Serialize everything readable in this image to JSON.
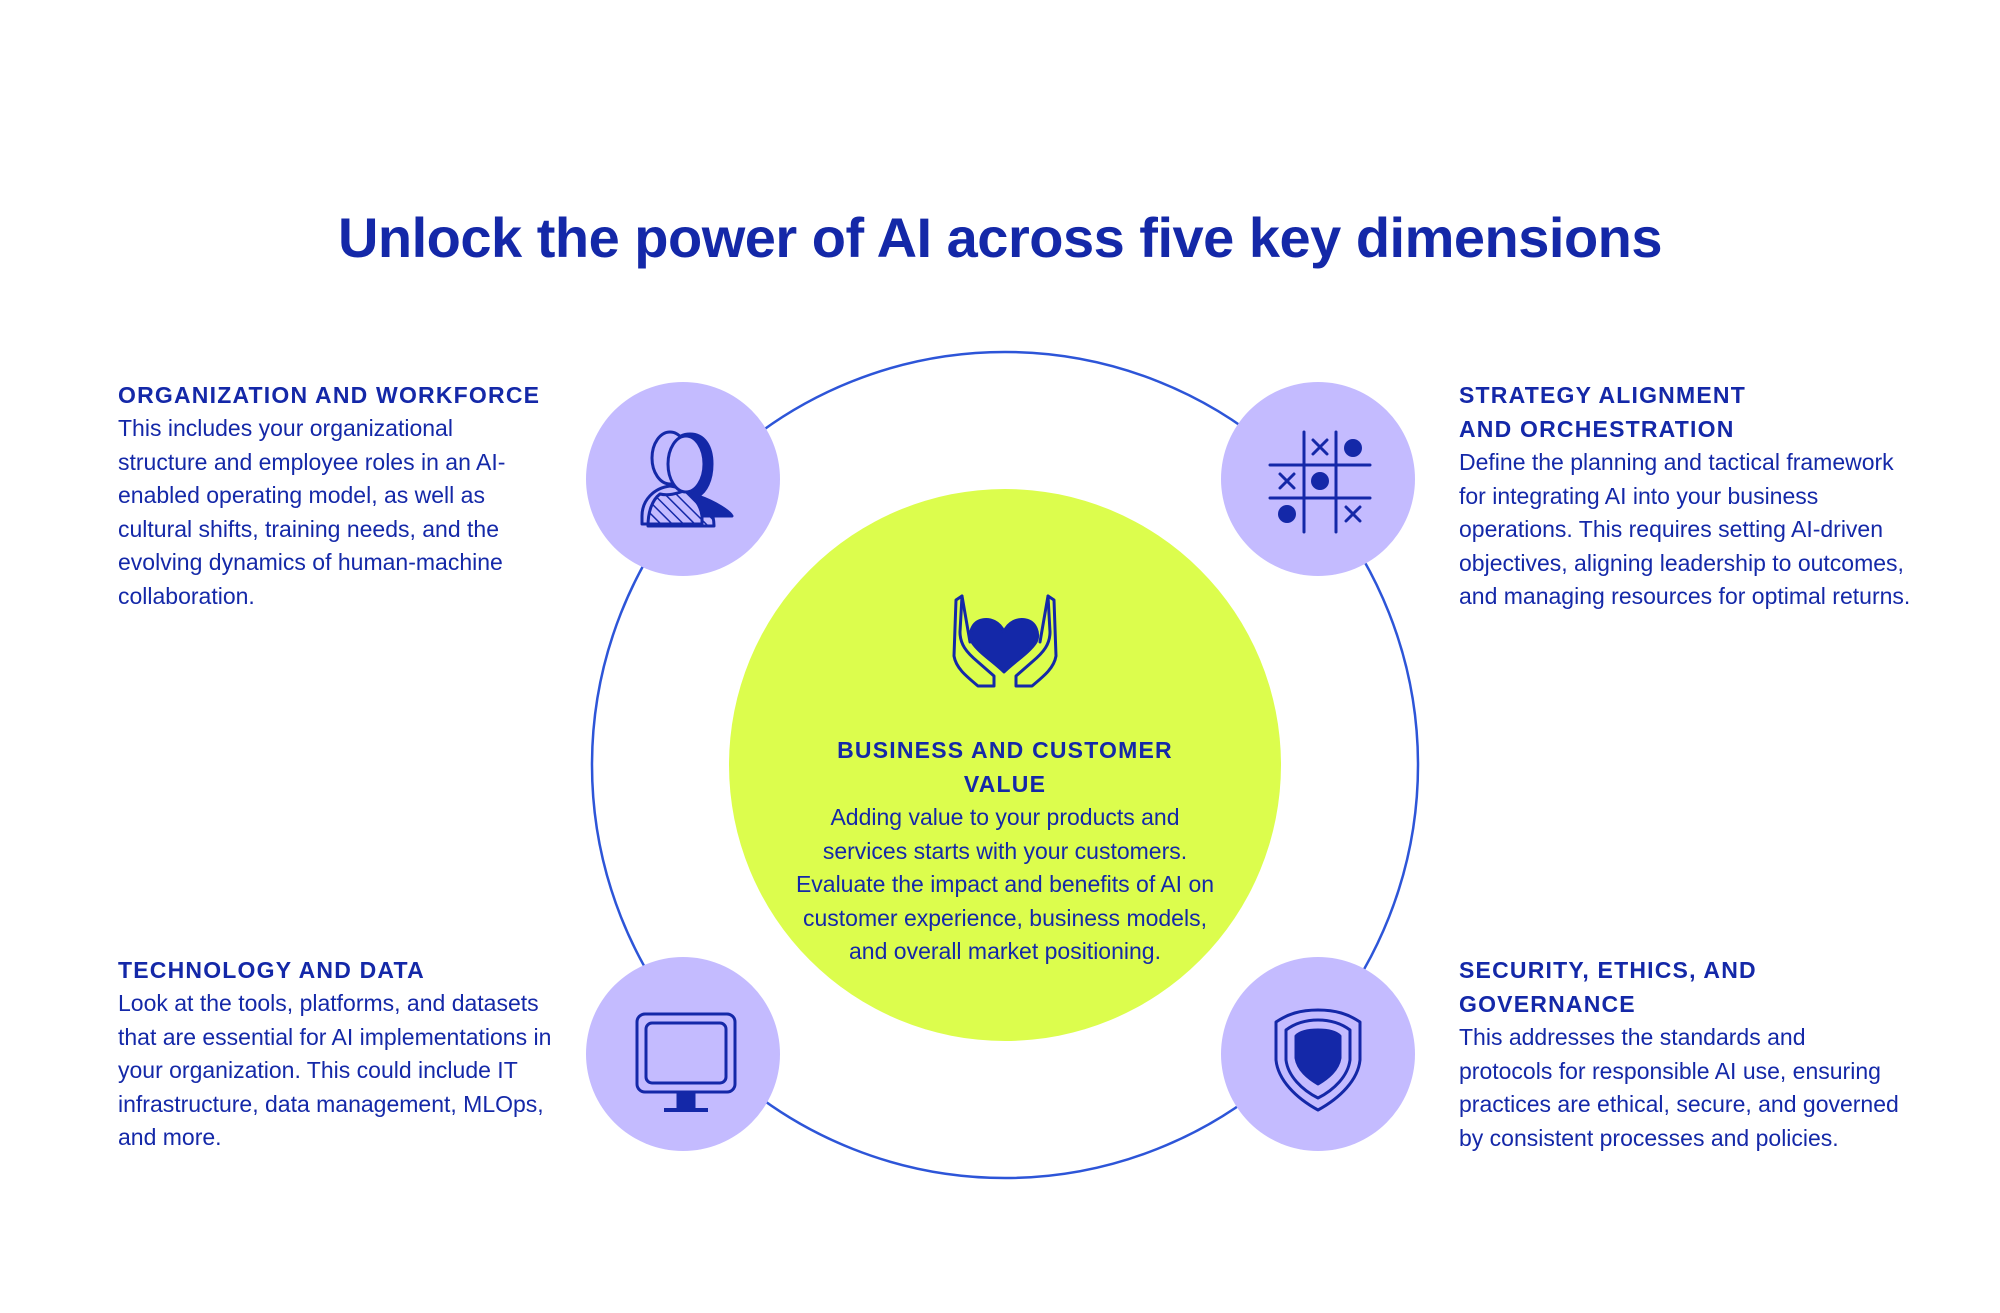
{
  "title": "Unlock the power of AI across five key dimensions",
  "colors": {
    "brand_blue": "#1428a8",
    "ring_blue": "#2d55d8",
    "lavender": "#c4bbff",
    "lime": "#dcfd4d"
  },
  "center": {
    "icon": "hands-heart-icon",
    "heading": "BUSINESS AND CUSTOMER VALUE",
    "body": "Adding value to your products and services starts with your customers. Evaluate the impact and benefits of AI on customer experience, business models, and overall market positioning."
  },
  "dimensions": [
    {
      "icon": "people-icon",
      "heading": "ORGANIZATION AND WORKFORCE",
      "body": "This includes your organizational structure and employee roles in an AI-enabled operating model, as well as cultural shifts, training needs, and the evolving dynamics of human-machine collaboration."
    },
    {
      "icon": "tic-tac-toe-icon",
      "heading": "STRATEGY ALIGNMENT AND ORCHESTRATION",
      "body": "Define the planning and tactical framework for integrating AI into your business operations. This requires setting AI-driven objectives, aligning leadership to outcomes, and managing resources for optimal returns."
    },
    {
      "icon": "monitor-icon",
      "heading": "TECHNOLOGY AND DATA",
      "body": "Look at the tools, platforms, and datasets that are essential for AI implementations in your organization. This could include IT infrastructure, data management, MLOps, and more."
    },
    {
      "icon": "shield-icon",
      "heading": "SECURITY, ETHICS, AND GOVERNANCE",
      "body": "This addresses the standards and protocols for responsible AI use, ensuring practices are ethical, secure, and governed by consistent processes and policies."
    }
  ]
}
